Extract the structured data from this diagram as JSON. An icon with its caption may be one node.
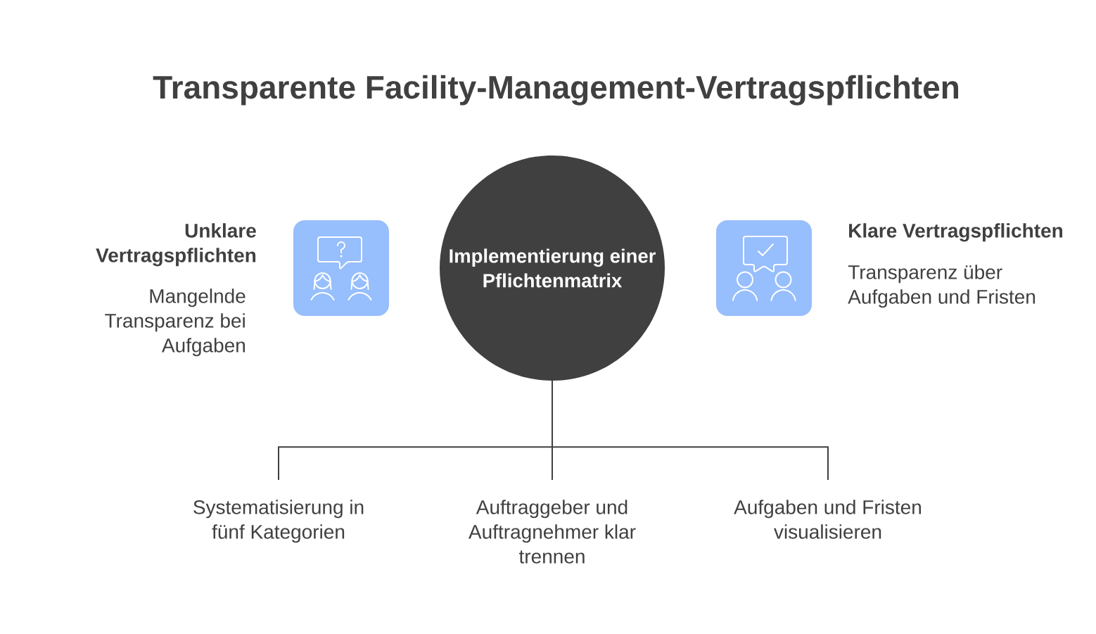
{
  "diagram": {
    "title": "Transparente Facility-Management-Vertragspflichten",
    "nodes": [
      {
        "text": [
          "Unklare Vertragspflichten",
          "Mangelnde Transparenz bei Aufgaben"
        ]
      },
      {
        "text": [
          "Implementierung einer Pflichtenmatrix"
        ]
      },
      {
        "text": [
          "Klare Vertragspflichten",
          "Transparenz über Aufgaben und Fristen"
        ]
      },
      {
        "text": [
          "Systematisierung in fünf Kategorien"
        ]
      },
      {
        "text": [
          "Auftraggeber und Auftragnehmer klar trennen"
        ]
      },
      {
        "text": [
          "Aufgaben und Fristen visualisieren"
        ]
      }
    ],
    "edges": [
      {
        "from": 1,
        "to": 3,
        "arrow": "none"
      },
      {
        "from": 1,
        "to": 4,
        "arrow": "none"
      },
      {
        "from": 1,
        "to": 5,
        "arrow": "none"
      }
    ]
  }
}
